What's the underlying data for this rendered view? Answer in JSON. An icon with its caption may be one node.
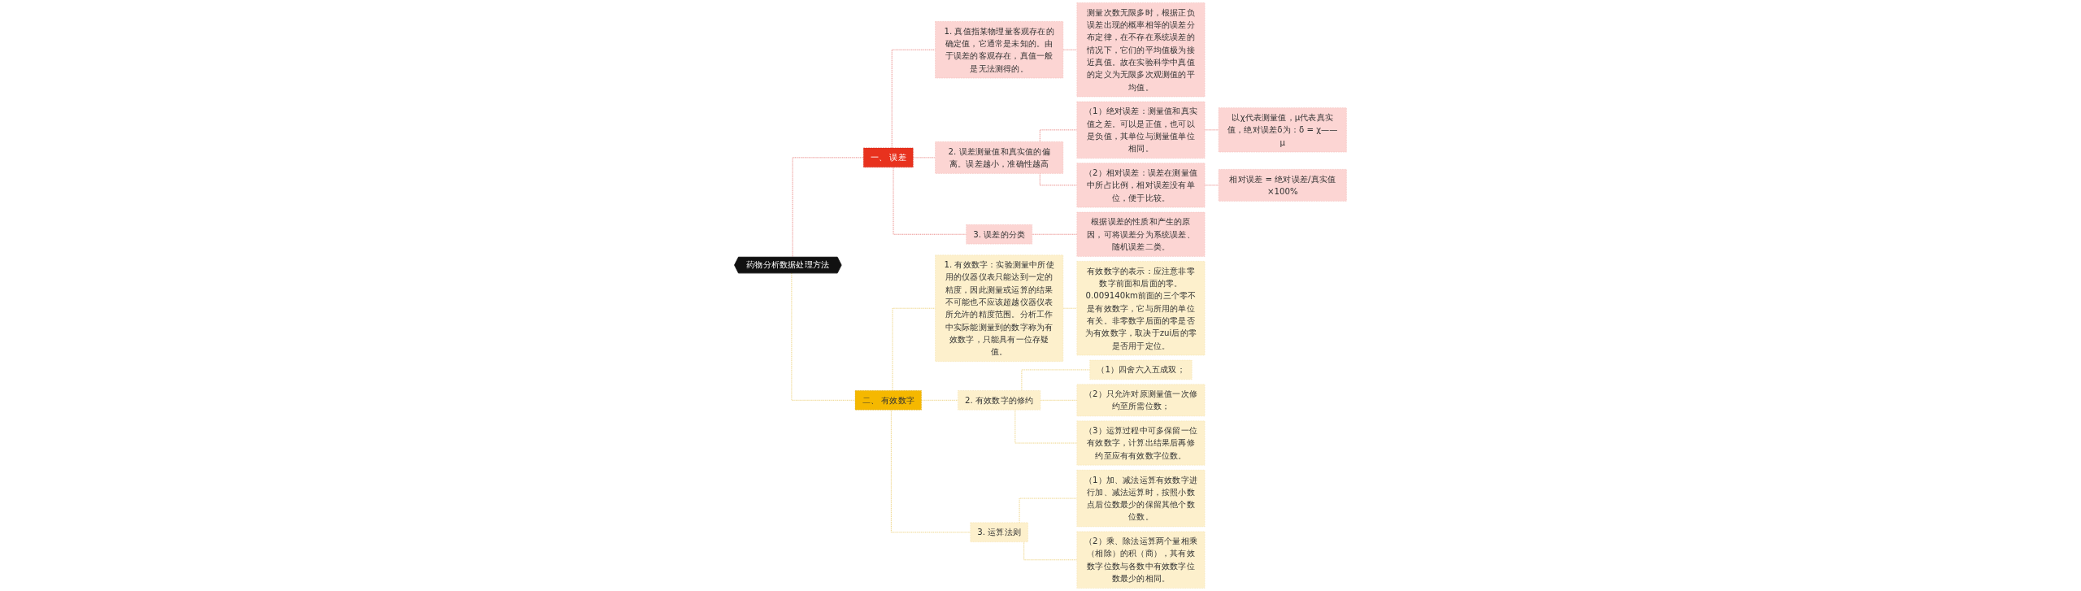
{
  "diagram": {
    "nodes": [
      {
        "text": [
          "药物分析数据处理方法"
        ]
      },
      {
        "text": [
          "一、 误差"
        ]
      },
      {
        "text": [
          "1. 真值指某物理量客观存在的确定值，它通常是未知的。由于误差的客观存在，真值一般是无法测得的。"
        ]
      },
      {
        "text": [
          "测量次数无限多时，根据正负误差出现的概率相等的误差分布定律，在不存在系统误差的情况下，它们的平均值极为接近真值。故在实验科学中真值的定义为无限多次观测值的平均值。"
        ]
      },
      {
        "text": [
          "2. 误差测量值和真实值的偏离。误差越小，准确性越高"
        ]
      },
      {
        "text": [
          "（1）绝对误差：测量值和真实值之差。可以是正值，也可以是负值，其单位与测量值单位相同。"
        ]
      },
      {
        "text": [
          "以χ代表测量值，μ代表真实值，绝对误差δ为：δ = χ——μ"
        ]
      },
      {
        "text": [
          "（2）相对误差：误差在测量值中所占比例，相对误差没有单位，便于比较。"
        ]
      },
      {
        "text": [
          "相对误差 = 绝对误差/真实值×100%"
        ]
      },
      {
        "text": [
          "3. 误差的分类"
        ]
      },
      {
        "text": [
          "根据误差的性质和产生的原因，可将误差分为系统误差、随机误差二类。"
        ]
      },
      {
        "text": [
          "二、 有效数字"
        ]
      },
      {
        "text": [
          "1. 有效数字：实验测量中所使用的仪器仪表只能达到一定的精度，因此测量或运算的结果不可能也不应该超越仪器仪表所允许的精度范围。分析工作中实际能测量到的数字称为有效数字，只能具有一位存疑值。"
        ]
      },
      {
        "text": [
          "有效数字的表示：应注意非零数字前面和后面的零。0.009140km前面的三个零不是有效数字，它与所用的单位有关。非零数字后面的零是否为有效数字，取决于zui后的零是否用于定位。"
        ]
      },
      {
        "text": [
          "2. 有效数字的修约"
        ]
      },
      {
        "text": [
          "（1）四舍六入五成双；"
        ]
      },
      {
        "text": [
          "（2）只允许对原测量值一次修约至所需位数；"
        ]
      },
      {
        "text": [
          "（3）运算过程中可多保留一位有效数字，计算出结果后再修约至应有有效数字位数。"
        ]
      },
      {
        "text": [
          "3. 运算法则"
        ]
      },
      {
        "text": [
          "（1）加、减法运算有效数字进行加、减法运算时，按照小数点后位数最少的保留其他个数位数。"
        ]
      },
      {
        "text": [
          "（2）乘、除法运算两个量相乘（相除）的积（商），其有效数字位数与各数中有效数字位数最少的相同。"
        ]
      }
    ],
    "edges": [
      {
        "from": 0,
        "to": 1,
        "arrow": "none",
        "style": "dashed",
        "color": "#d9302a"
      },
      {
        "from": 1,
        "to": 2,
        "arrow": "none",
        "style": "dashed",
        "color": "#d9302a"
      },
      {
        "from": 2,
        "to": 3,
        "arrow": "none",
        "style": "dashed",
        "color": "#d9302a"
      },
      {
        "from": 1,
        "to": 4,
        "arrow": "none",
        "style": "dashed",
        "color": "#d9302a"
      },
      {
        "from": 4,
        "to": 5,
        "arrow": "none",
        "style": "dashed",
        "color": "#d9302a"
      },
      {
        "from": 5,
        "to": 6,
        "arrow": "none",
        "style": "dashed",
        "color": "#d9302a"
      },
      {
        "from": 4,
        "to": 7,
        "arrow": "none",
        "style": "dashed",
        "color": "#d9302a"
      },
      {
        "from": 7,
        "to": 8,
        "arrow": "none",
        "style": "dashed",
        "color": "#d9302a"
      },
      {
        "from": 1,
        "to": 9,
        "arrow": "none",
        "style": "dashed",
        "color": "#d9302a"
      },
      {
        "from": 9,
        "to": 10,
        "arrow": "none",
        "style": "dashed",
        "color": "#d9302a"
      },
      {
        "from": 0,
        "to": 11,
        "arrow": "none",
        "style": "dashed",
        "color": "#e0b020"
      },
      {
        "from": 11,
        "to": 12,
        "arrow": "none",
        "style": "dashed",
        "color": "#e0b020"
      },
      {
        "from": 12,
        "to": 13,
        "arrow": "none",
        "style": "dashed",
        "color": "#e0b020"
      },
      {
        "from": 11,
        "to": 14,
        "arrow": "none",
        "style": "dashed",
        "color": "#e0b020"
      },
      {
        "from": 14,
        "to": 15,
        "arrow": "none",
        "style": "dashed",
        "color": "#e0b020"
      },
      {
        "from": 14,
        "to": 16,
        "arrow": "none",
        "style": "dashed",
        "color": "#e0b020"
      },
      {
        "from": 14,
        "to": 17,
        "arrow": "none",
        "style": "dashed",
        "color": "#e0b020"
      },
      {
        "from": 11,
        "to": 18,
        "arrow": "none",
        "style": "dashed",
        "color": "#e0b020"
      },
      {
        "from": 18,
        "to": 19,
        "arrow": "none",
        "style": "dashed",
        "color": "#e0b020"
      },
      {
        "from": 18,
        "to": 20,
        "arrow": "none",
        "style": "dashed",
        "color": "#e0b020"
      }
    ]
  }
}
